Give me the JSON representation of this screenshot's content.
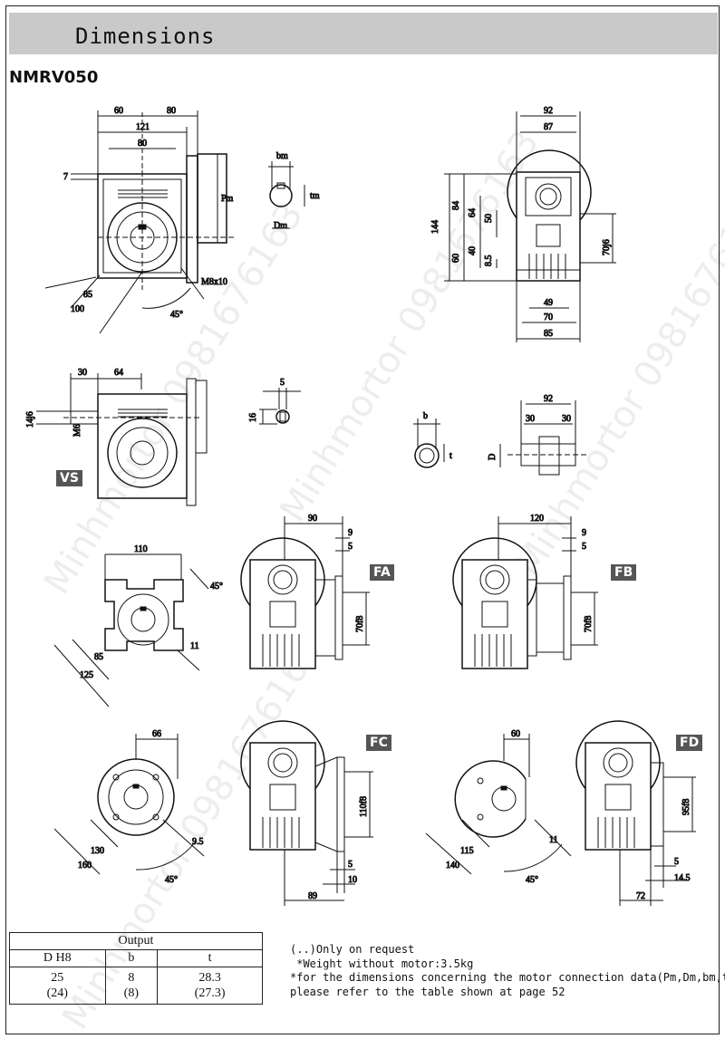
{
  "header": {
    "title": "Dimensions",
    "model": "NMRV050"
  },
  "watermarks": [
    "Minhmortor 0981676163",
    "Minhmortor 0981676163",
    "Minhmortor 0981676163",
    "Minhmortor 0981676163"
  ],
  "tags": {
    "vs": "VS",
    "fa": "FA",
    "fb": "FB",
    "fc": "FC",
    "fd": "FD"
  },
  "dims": {
    "top_60": "60",
    "top_80": "80",
    "top_121": "121",
    "top_80b": "80",
    "top_7": "7",
    "top_pm": "Pm",
    "top_m8": "M8x10",
    "top_85": "85",
    "top_100": "100",
    "top_45": "45°",
    "key_bm": "bm",
    "key_tm": "tm",
    "key_dm": "Dm",
    "side_92": "92",
    "side_87": "87",
    "side_144": "144",
    "side_84": "84",
    "side_64": "64",
    "side_50": "50",
    "side_60": "60",
    "side_40": "40",
    "side_85": "8.5",
    "side_70j6": "70j6",
    "side_49": "49",
    "side_70": "70",
    "side_85b": "85",
    "vs_30": "30",
    "vs_64": "64",
    "vs_14j6": "14j6",
    "vs_m6": "M6",
    "vk_5": "5",
    "vk_16": "16",
    "hk_b": "b",
    "hk_t": "t",
    "hk_d": "D",
    "sh_92": "92",
    "sh_30a": "30",
    "sh_30b": "30",
    "fa_110": "110",
    "fa_45": "45°",
    "fa_85": "85",
    "fa_125": "125",
    "fa_11": "11",
    "fa_90": "90",
    "fa_9": "9",
    "fa_5": "5",
    "fa_70f8": "70f8",
    "fb_120": "120",
    "fb_9": "9",
    "fb_5": "5",
    "fb_70f8": "70f8",
    "fc_66": "66",
    "fc_130": "130",
    "fc_160": "160",
    "fc_95": "9.5",
    "fc_45": "45°",
    "fc_110f8": "110f8",
    "fc_5": "5",
    "fc_10": "10",
    "fc_89": "89",
    "fd_60": "60",
    "fd_115": "115",
    "fd_140": "140",
    "fd_11": "11",
    "fd_45": "45°",
    "fd_95f8": "95f8",
    "fd_5": "5",
    "fd_145": "14.5",
    "fd_72": "72"
  },
  "output_table": {
    "caption": "Output",
    "headers": [
      "D H8",
      "b",
      "t"
    ],
    "row1": [
      "25",
      "8",
      "28.3"
    ],
    "row2": [
      "(24)",
      "(8)",
      "(27.3)"
    ]
  },
  "notes": {
    "line1": "(..)Only on request",
    "line2": " *Weight without motor:3.5kg",
    "line3": "*for the dimensions concerning the motor connection data(Pm,Dm,bm,tm)",
    "line4": "please refer to the table shown at page 52"
  }
}
